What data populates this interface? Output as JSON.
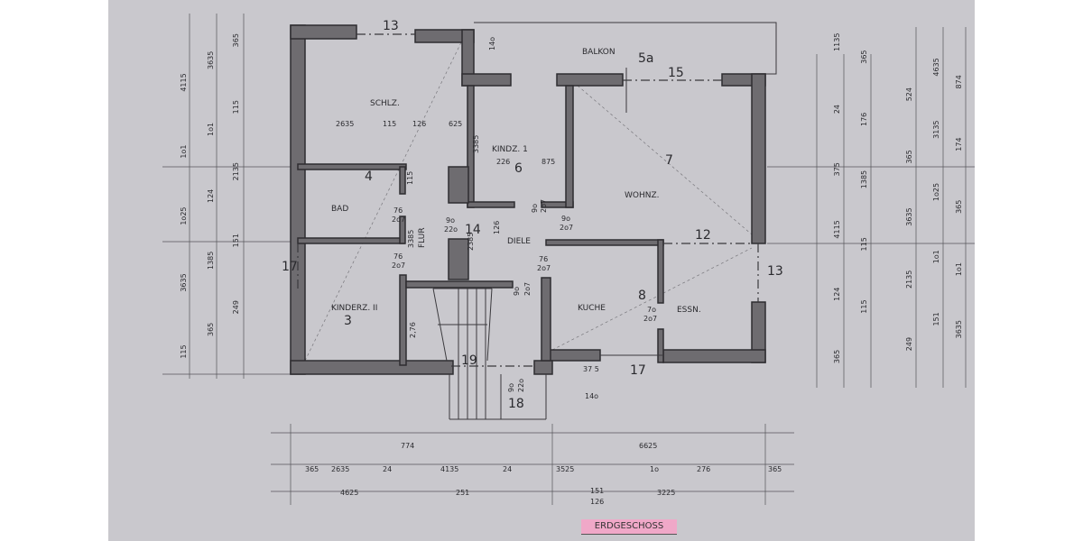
{
  "plan_title": "ERDGESCHOSS",
  "rooms": {
    "schlz": "SCHLZ.",
    "kindz1": "KINDZ. 1",
    "balkon": "BALKON",
    "wohnz": "WOHNZ.",
    "bad": "BAD",
    "flur": "FLUR",
    "diele": "DIELE",
    "kinderz2": "KINDERZ. II",
    "kuche": "KUCHE",
    "essn": "ESSN."
  },
  "room_numbers": {
    "schlz_window": "13",
    "balkon": "5a",
    "wohnz_window": "15",
    "kindz1": "6",
    "wohnz": "7",
    "bad": "4",
    "flur": "14",
    "wohnz_inner": "12",
    "left_window": "17",
    "right_window": "13",
    "kinderz2": "3",
    "kuche": "8",
    "stair": "19",
    "entry": "18",
    "kuche_window": "17"
  },
  "inner_dimensions": [
    "2635",
    "115",
    "126",
    "625",
    "3385",
    "226",
    "875",
    "115",
    "76",
    "2o7",
    "76",
    "2o7",
    "9o",
    "22o",
    "9o",
    "2o7",
    "3385",
    "2385",
    "126",
    "76",
    "2o7",
    "9o",
    "2o7",
    "7o",
    "2o7",
    "2,76",
    "37 5",
    "14o",
    "14o",
    "9o",
    "22o",
    "9o",
    "2o7"
  ],
  "bottom_dimensions": {
    "row1": [
      "774",
      "6625"
    ],
    "row2": [
      "365",
      "2635",
      "24",
      "4135",
      "24",
      "3525",
      "1o",
      "276",
      "365"
    ],
    "row3": [
      "4625",
      "251",
      "151",
      "126",
      "3225"
    ]
  },
  "left_dimensions": [
    "365",
    "3635",
    "4115",
    "115",
    "1o1",
    "1o1",
    "2135",
    "124",
    "1o25",
    "151",
    "1385",
    "3635",
    "249",
    "365",
    "115"
  ],
  "right_dimensions": [
    "1135",
    "365",
    "4635",
    "874",
    "524",
    "24",
    "176",
    "3135",
    "174",
    "365",
    "375",
    "1385",
    "1o25",
    "365",
    "3635",
    "4115",
    "115",
    "1o1",
    "1o1",
    "2135",
    "124",
    "115",
    "151",
    "3635",
    "249",
    "365"
  ]
}
